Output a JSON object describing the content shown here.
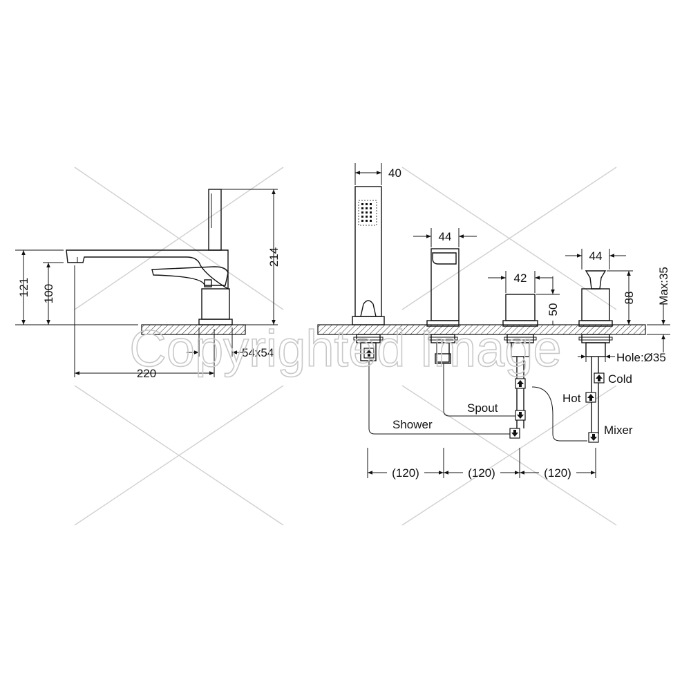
{
  "watermark": {
    "text": "Copyrighted Image"
  },
  "side_view": {
    "dims": {
      "height_total": "214",
      "height_spout": "121",
      "height_outlet": "100",
      "base": "54x54",
      "reach": "220"
    }
  },
  "front_view": {
    "dims": {
      "handshower_width": "40",
      "spout_width": "44",
      "diverter_width": "42",
      "diverter_height": "50",
      "mixer_width": "44",
      "mixer_height": "88",
      "deck_max": "Max:35",
      "hole": "Hole:Ø35",
      "spacing_1": "(120)",
      "spacing_2": "(120)",
      "spacing_3": "(120)"
    },
    "labels": {
      "shower": "Shower",
      "spout": "Spout",
      "mixer": "Mixer",
      "hot": "Hot",
      "cold": "Cold"
    }
  }
}
